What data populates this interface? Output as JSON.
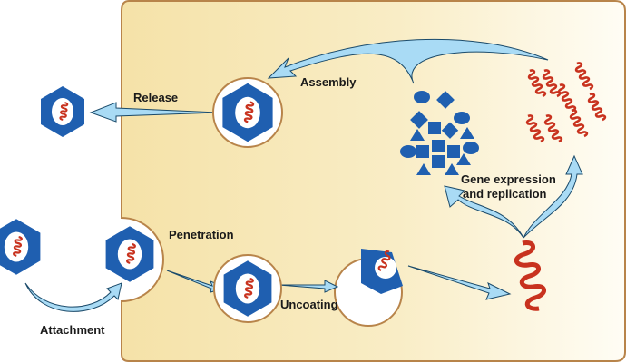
{
  "title": "Viral replication cycle",
  "colors": {
    "cell_fill_left": "#f5e2a8",
    "cell_fill_right": "#fffdf3",
    "cell_border": "#b8844a",
    "capsid": "#1f5fb0",
    "genome": "#c8321e",
    "arrow_fill": "#a9dbf5",
    "arrow_stroke": "#1a4a6a"
  },
  "labels": {
    "release": "Release",
    "assembly": "Assembly",
    "gene_expression_line1": "Gene expression",
    "gene_expression_line2": "and replication",
    "penetration": "Penetration",
    "uncoating": "Uncoating",
    "attachment": "Attachment"
  },
  "stages": [
    "Attachment",
    "Penetration",
    "Uncoating",
    "Gene expression and replication",
    "Assembly",
    "Release"
  ]
}
